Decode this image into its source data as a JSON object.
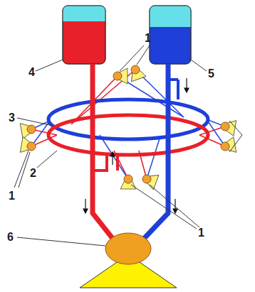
{
  "diagram": {
    "labels": [
      "4",
      "5",
      "1",
      "3",
      "1",
      "2",
      "1",
      "6"
    ]
  }
}
